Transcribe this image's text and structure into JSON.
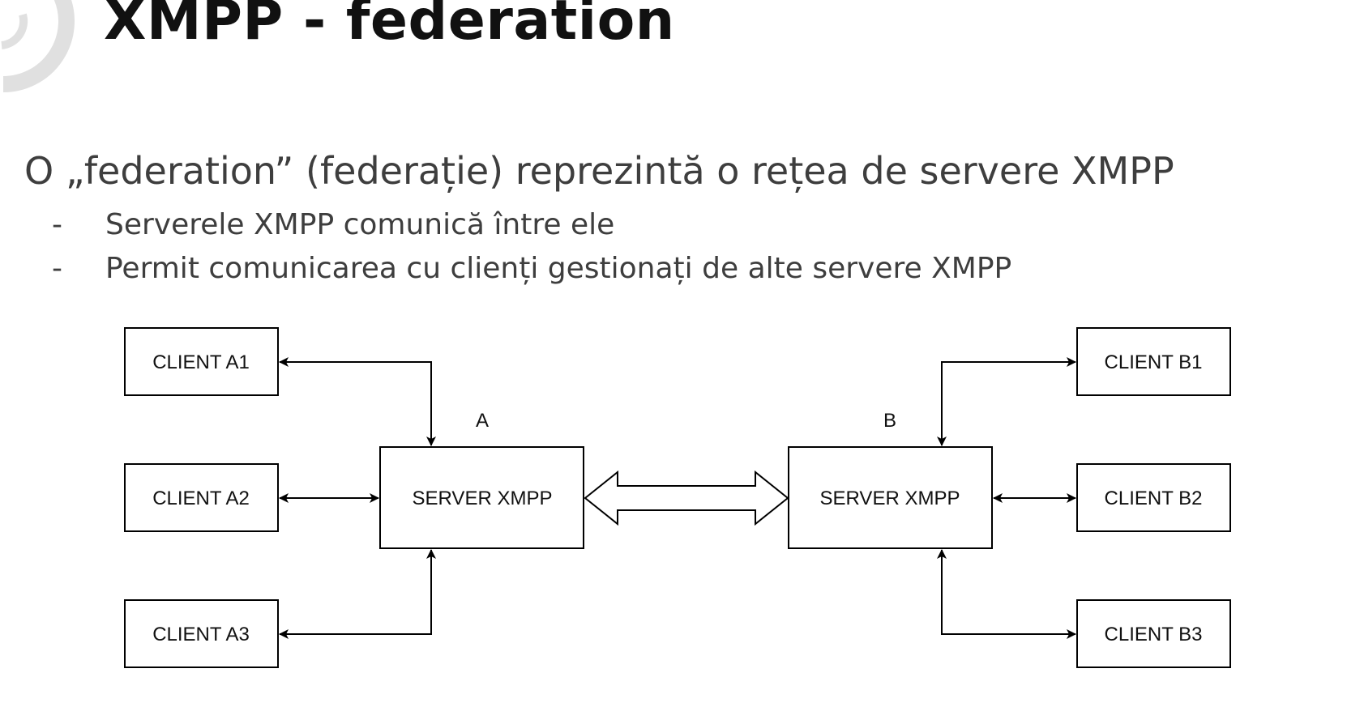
{
  "slide": {
    "title": "XMPP - federation",
    "lead": "O „federation” (federație) reprezintă o rețea de servere XMPP",
    "bullets": [
      {
        "marker": "-",
        "text": "Serverele XMPP comunică între ele"
      },
      {
        "marker": "-",
        "text": "Permit comunicarea cu clienți gestionați de alte servere XMPP"
      }
    ]
  },
  "diagram": {
    "server_a": {
      "caption": "A",
      "label": "SERVER XMPP"
    },
    "server_b": {
      "caption": "B",
      "label": "SERVER XMPP"
    },
    "clients_a": [
      "CLIENT A1",
      "CLIENT A2",
      "CLIENT A3"
    ],
    "clients_b": [
      "CLIENT B1",
      "CLIENT B2",
      "CLIENT B3"
    ]
  },
  "colors": {
    "stroke": "#000000",
    "text": "#3e3e3e",
    "title": "#111111",
    "deco": "#e0e0e0"
  }
}
